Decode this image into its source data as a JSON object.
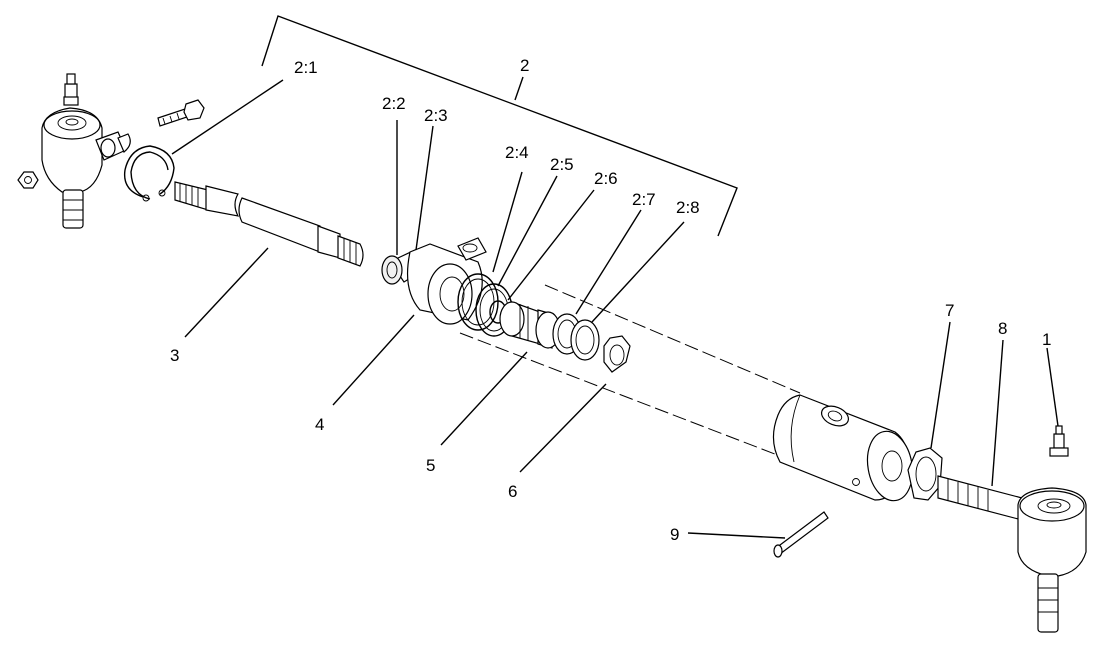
{
  "callouts": {
    "c1": "1",
    "c2": "2",
    "c2_1": "2:1",
    "c2_2": "2:2",
    "c2_3": "2:3",
    "c2_4": "2:4",
    "c2_5": "2:5",
    "c2_6": "2:6",
    "c2_7": "2:7",
    "c2_8": "2:8",
    "c3": "3",
    "c4": "4",
    "c5": "5",
    "c6": "6",
    "c7": "7",
    "c8": "8",
    "c9": "9"
  }
}
